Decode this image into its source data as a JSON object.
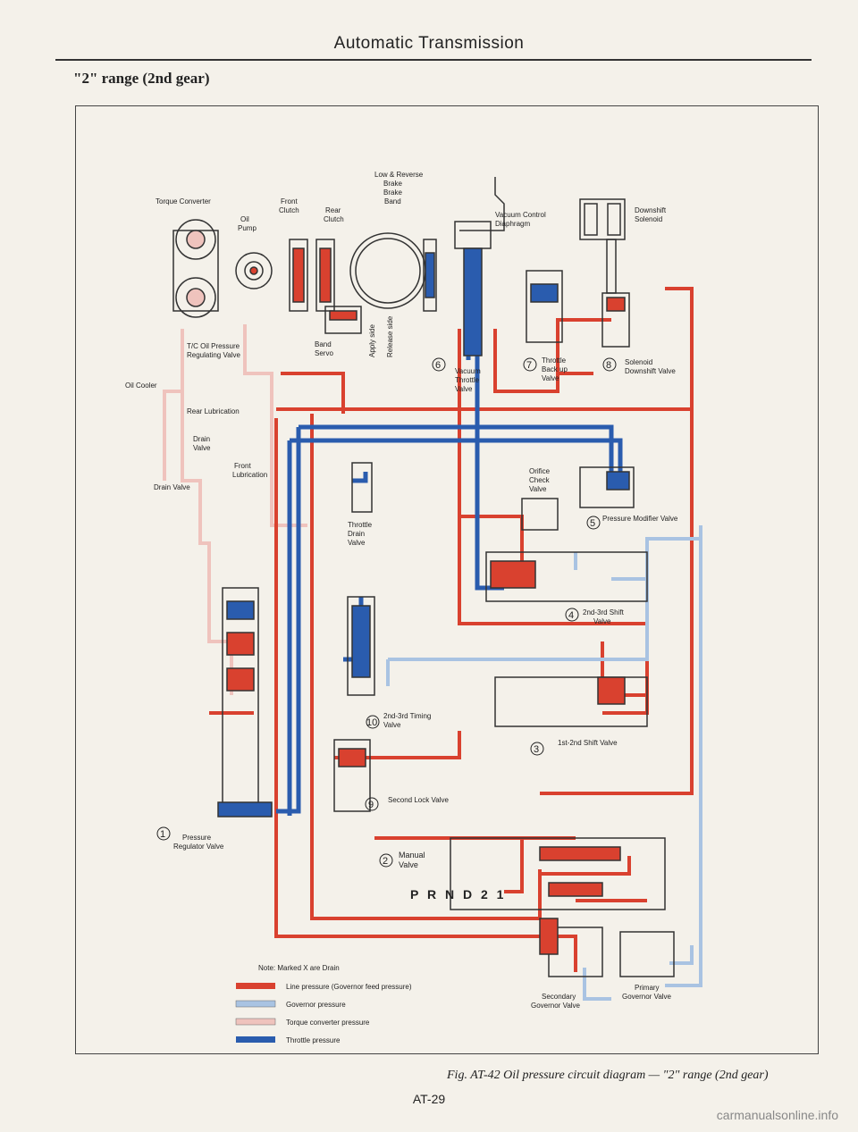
{
  "page": {
    "header": "Automatic Transmission",
    "section_title": "\"2\" range (2nd gear)",
    "caption": "Fig. AT-42  Oil pressure circuit diagram — \"2\" range (2nd gear)",
    "page_number": "AT-29",
    "watermark": "carmanualsonline.info"
  },
  "labels": {
    "torque_converter": "Torque Converter",
    "oil": "Oil",
    "pump": "Pump",
    "front": "Front",
    "clutch": "Clutch",
    "rear": "Rear",
    "rear_clutch": "Clutch",
    "low_reverse_1": "Low & Reverse",
    "low_reverse_2": "Brake",
    "brake": "Brake",
    "band": "Band",
    "vacuum_control_1": "Vacuum Control",
    "vacuum_control_2": "Diaphragm",
    "downshift_1": "Downshift",
    "downshift_2": "Solenoid",
    "tc_valve_1": "T/C Oil Pressure",
    "tc_valve_2": "Regulating Valve",
    "band_servo_1": "Band",
    "band_servo_2": "Servo",
    "apply_side": "Apply side",
    "release_side": "Release side",
    "oil_cooler": "Oil Cooler",
    "rear_lubrication": "Rear Lubrication",
    "drain_valve_1a": "Drain",
    "drain_valve_1b": "Valve",
    "front_lub_1": "Front",
    "front_lub_2": "Lubrication",
    "drain_valve_2": "Drain Valve",
    "vacuum_throttle_1": "Vacuum",
    "vacuum_throttle_2": "Throttle",
    "vacuum_throttle_3": "Valve",
    "throttle_backup_1": "Throttle",
    "throttle_backup_2": "Back up",
    "throttle_backup_3": "Valve",
    "solenoid_downshift_1": "Solenoid",
    "solenoid_downshift_2": "Downshift Valve",
    "orifice_1": "Orifice",
    "orifice_2": "Check",
    "orifice_3": "Valve",
    "throttle_drain_1": "Throttle",
    "throttle_drain_2": "Drain",
    "throttle_drain_3": "Valve",
    "pressure_modifier": "Pressure Modifier Valve",
    "shift_23_1": "2nd-3rd Shift",
    "shift_23_2": "Valve",
    "timing_1": "2nd-3rd Timing",
    "timing_2": "Valve",
    "shift_12": "1st-2nd Shift Valve",
    "second_lock": "Second Lock Valve",
    "pressure_reg_1": "Pressure",
    "pressure_reg_2": "Regulator Valve",
    "manual_1": "Manual",
    "manual_2": "Valve",
    "prnd": "P R N D 2 1",
    "secondary_gov_1": "Secondary",
    "secondary_gov_2": "Governor Valve",
    "primary_gov_1": "Primary",
    "primary_gov_2": "Governor Valve"
  },
  "valve_numbers": {
    "v1": "1",
    "v2": "2",
    "v3": "3",
    "v4": "4",
    "v5": "5",
    "v6": "6",
    "v7": "7",
    "v8": "8",
    "v9": "9",
    "v10": "10"
  },
  "legend": {
    "note": "Note:  Marked X are Drain",
    "items": [
      {
        "label": "Line pressure (Governor feed pressure)",
        "color": "#d9412f"
      },
      {
        "label": "Governor pressure",
        "color": "#a9c3e2"
      },
      {
        "label": "Torque converter pressure",
        "color": "#efc3bd"
      },
      {
        "label": "Throttle pressure",
        "color": "#2a5cae"
      }
    ]
  },
  "colors": {
    "line_pressure": "#d9412f",
    "governor_pressure": "#a9c3e2",
    "torque_converter_pressure": "#efc3bd",
    "throttle_pressure": "#2a5cae"
  }
}
